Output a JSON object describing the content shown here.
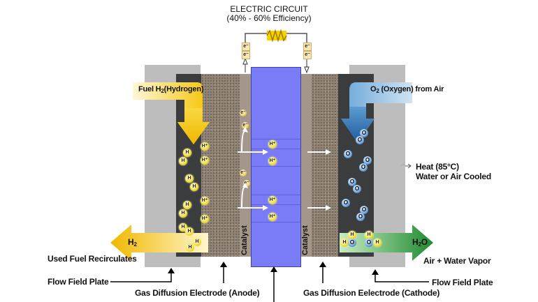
{
  "title": {
    "line1": "ELECTRIC CIRCUIT",
    "line2": "(40% - 60% Efficiency)"
  },
  "labels": {
    "fuel_in": "Fuel H",
    "fuel_in_sub": "2",
    "fuel_in_rest": "(Hydrogen)",
    "oxygen_in": "O",
    "oxygen_in_sub": "2",
    "oxygen_in_rest": " (Oxygen) from Air",
    "heat_line1": "Heat (85°C)",
    "heat_line2": "Water or Air Cooled",
    "h2_out": "H",
    "h2_out_sub": "2",
    "h2o_out": "H",
    "h2o_out_sub": "2",
    "h2o_out_rest": "O",
    "used_fuel": "Used Fuel Recirculates",
    "air_water": "Air + Water Vapor",
    "flow_plate_left": "Flow Field Plate",
    "flow_plate_right": "Flow Field Plate",
    "anode": "Gas Diffusion Electrode (Anode)",
    "cathode": "Gas Diffusion Eelectrode (Cathode)",
    "catalyst_left": "Catalyst",
    "catalyst_right": "Catalyst"
  },
  "particles": {
    "electron": "e⁻",
    "proton": "H⁺",
    "hydrogen": "H",
    "oxygen": "O"
  },
  "colors": {
    "membrane": "#7a7cf7",
    "plate": "#bdbdbd",
    "channel": "#3a3c3e",
    "electrode": "#8f8275",
    "fuel_arrow": "#f5c400",
    "oxygen_arrow": "#3a7fc0",
    "water_arrow": "#2e9a3c"
  }
}
